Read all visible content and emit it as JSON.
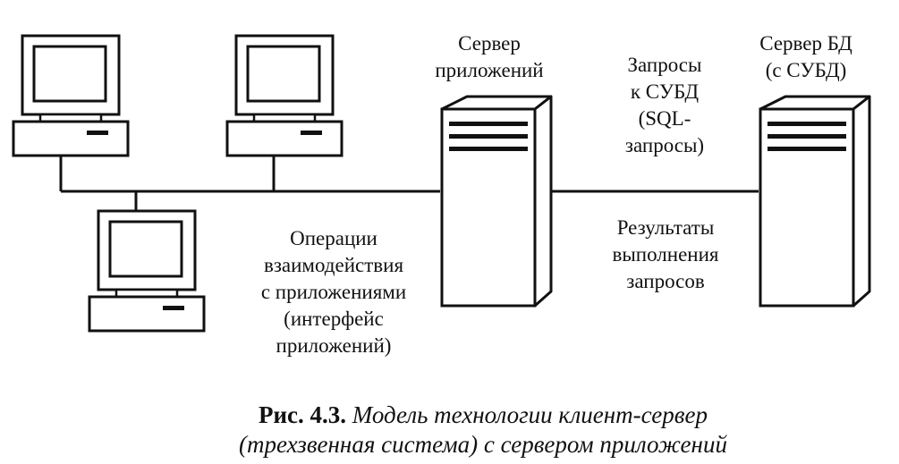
{
  "labels": {
    "app_server": [
      "Сервер",
      "приложений"
    ],
    "db_server": [
      "Сервер БД",
      "(с СУБД)"
    ],
    "requests": [
      "Запросы",
      "к СУБД",
      "(SQL-",
      "запросы)"
    ],
    "operations": [
      "Операции",
      "взаимодействия",
      "с приложениями",
      "(интерфейс",
      "приложений)"
    ],
    "results": [
      "Результаты",
      "выполнения",
      "запросов"
    ]
  },
  "caption": {
    "number": "Рис. 4.3.",
    "title_line1": "Модель технологии клиент-сервер",
    "title_line2": "(трехзвенная система) с сервером приложений"
  },
  "icons": [
    "computer-icon",
    "server-icon"
  ],
  "colors": {
    "ink": "#111111",
    "background": "#ffffff"
  }
}
